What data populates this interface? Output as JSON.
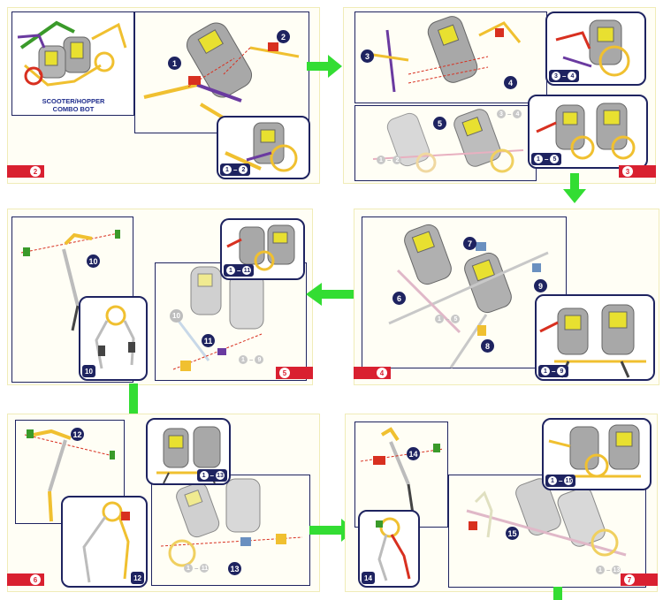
{
  "model_title": [
    "SCOOTER/HOPPER",
    "COMBO BOT"
  ],
  "colors": {
    "border": "#1e2360",
    "page_tag": "#d92030",
    "arrow": "#33dd33",
    "motor_gray": "#a8a8a8",
    "motor_yellow": "#e8e030",
    "rod_yellow": "#f0c030",
    "connector_red": "#d83020",
    "connector_purple": "#6a3aa0",
    "connector_green": "#3a9a2a"
  },
  "pages": [
    {
      "id": "p2",
      "number": "2",
      "steps": [
        "1",
        "2"
      ],
      "sub_range": [
        "1",
        "2"
      ]
    },
    {
      "id": "p3",
      "number": "3",
      "steps": [
        "3",
        "4",
        "5"
      ],
      "sub_range_a": [
        "3",
        "4"
      ],
      "sub_range_b": [
        "1",
        "5"
      ],
      "ghost_a": [
        "1",
        "2"
      ],
      "ghost_b": [
        "3",
        "4"
      ]
    },
    {
      "id": "p4",
      "number": "4",
      "steps": [
        "6",
        "7",
        "8",
        "9"
      ],
      "sub_range": [
        "1",
        "9"
      ],
      "ghost": [
        "1",
        "5"
      ]
    },
    {
      "id": "p5",
      "number": "5",
      "steps": [
        "10",
        "11"
      ],
      "sub_small": "10",
      "sub_range": [
        "1",
        "11"
      ],
      "ghost_num": "10",
      "ghost": [
        "1",
        "9"
      ]
    },
    {
      "id": "p6",
      "number": "6",
      "steps": [
        "12",
        "13"
      ],
      "sub_small": "12",
      "sub_range": [
        "1",
        "13"
      ],
      "ghost": [
        "1",
        "11"
      ]
    },
    {
      "id": "p7",
      "number": "7",
      "steps": [
        "14",
        "15"
      ],
      "sub_small": "14",
      "sub_range": [
        "1",
        "15"
      ],
      "ghost": [
        "1",
        "13"
      ]
    }
  ]
}
